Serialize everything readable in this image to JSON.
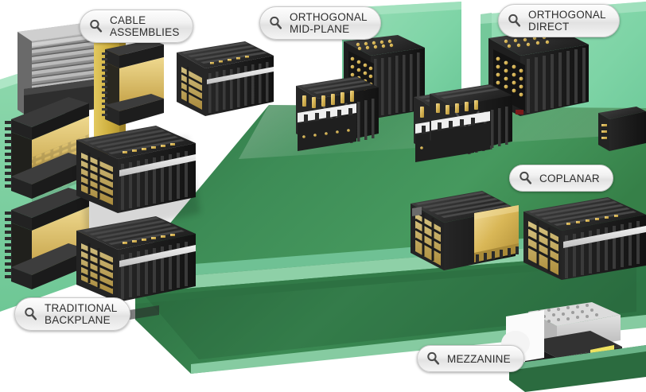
{
  "scene": {
    "title": "Backplane Connector Architectures",
    "description": "3D rendering of high-speed connector system architectures mounted on green printed circuit boards"
  },
  "colors": {
    "pcb_top_green": "#3f8a55",
    "pcb_face_green": "#2f6f41",
    "pcb_edge_light": "#8fd0a8",
    "backplane_mint": "#7ed4a6",
    "connector_black": "#2b2b2b",
    "connector_dark": "#1c1c1c",
    "gold_contact": "#d8b45a",
    "gold_bright": "#e8c86c",
    "heatsink_gray": "#9a9a9a",
    "mezzanine_gray": "#c9c9c9",
    "mezzanine_yellow": "#e8d53a",
    "cable_yellow": "#d4b23c",
    "pill_text": "#2d2d2d",
    "pill_border": "#c9c9c9",
    "background": "#ffffff"
  },
  "hotspots": [
    {
      "id": "cable-assemblies",
      "label": "CABLE\nASSEMBLIES",
      "icon": "magnifier-icon",
      "lines": 2
    },
    {
      "id": "orthogonal-mid-plane",
      "label": "ORTHOGONAL\nMID-PLANE",
      "icon": "magnifier-icon",
      "lines": 2
    },
    {
      "id": "orthogonal-direct",
      "label": "ORTHOGONAL\nDIRECT",
      "icon": "magnifier-icon",
      "lines": 2
    },
    {
      "id": "coplanar",
      "label": "COPLANAR",
      "icon": "magnifier-icon",
      "lines": 1
    },
    {
      "id": "traditional-backplane",
      "label": "TRADITIONAL\nBACKPLANE",
      "icon": "magnifier-icon",
      "lines": 2
    },
    {
      "id": "mezzanine",
      "label": "MEZZANINE",
      "icon": "magnifier-icon",
      "lines": 1
    }
  ],
  "hotspot_labels": {
    "cable": "CABLE\nASSEMBLIES",
    "ortho_mid": "ORTHOGONAL\nMID-PLANE",
    "ortho_direct": "ORTHOGONAL\nDIRECT",
    "coplanar": "COPLANAR",
    "traditional": "TRADITIONAL\nBACKPLANE",
    "mezzanine": "MEZZANINE"
  },
  "components": [
    {
      "name": "heatsink-finned-block",
      "region": "top-left",
      "color": "#9a9a9a"
    },
    {
      "name": "vertical-backplane-mint",
      "region": "left",
      "color": "#7ed4a6"
    },
    {
      "name": "cable-assembly-yellow-beam",
      "region": "top-left-center",
      "color": "#d4b23c"
    },
    {
      "name": "backplane-connector-pair",
      "region": "left-center",
      "color": "#2b2b2b"
    },
    {
      "name": "orthogonal-midplane-pair",
      "region": "center",
      "color": "#2b2b2b"
    },
    {
      "name": "orthogonal-direct-pair",
      "region": "top-right",
      "color": "#2b2b2b"
    },
    {
      "name": "coplanar-connector-pair",
      "region": "right",
      "color": "#2b2b2b"
    },
    {
      "name": "mezzanine-connector",
      "region": "bottom-right",
      "color": "#c9c9c9"
    },
    {
      "name": "main-pcb-plane",
      "region": "center",
      "color": "#3f8a55"
    },
    {
      "name": "lower-pcb-plane",
      "region": "bottom",
      "color": "#2f6f41"
    }
  ]
}
